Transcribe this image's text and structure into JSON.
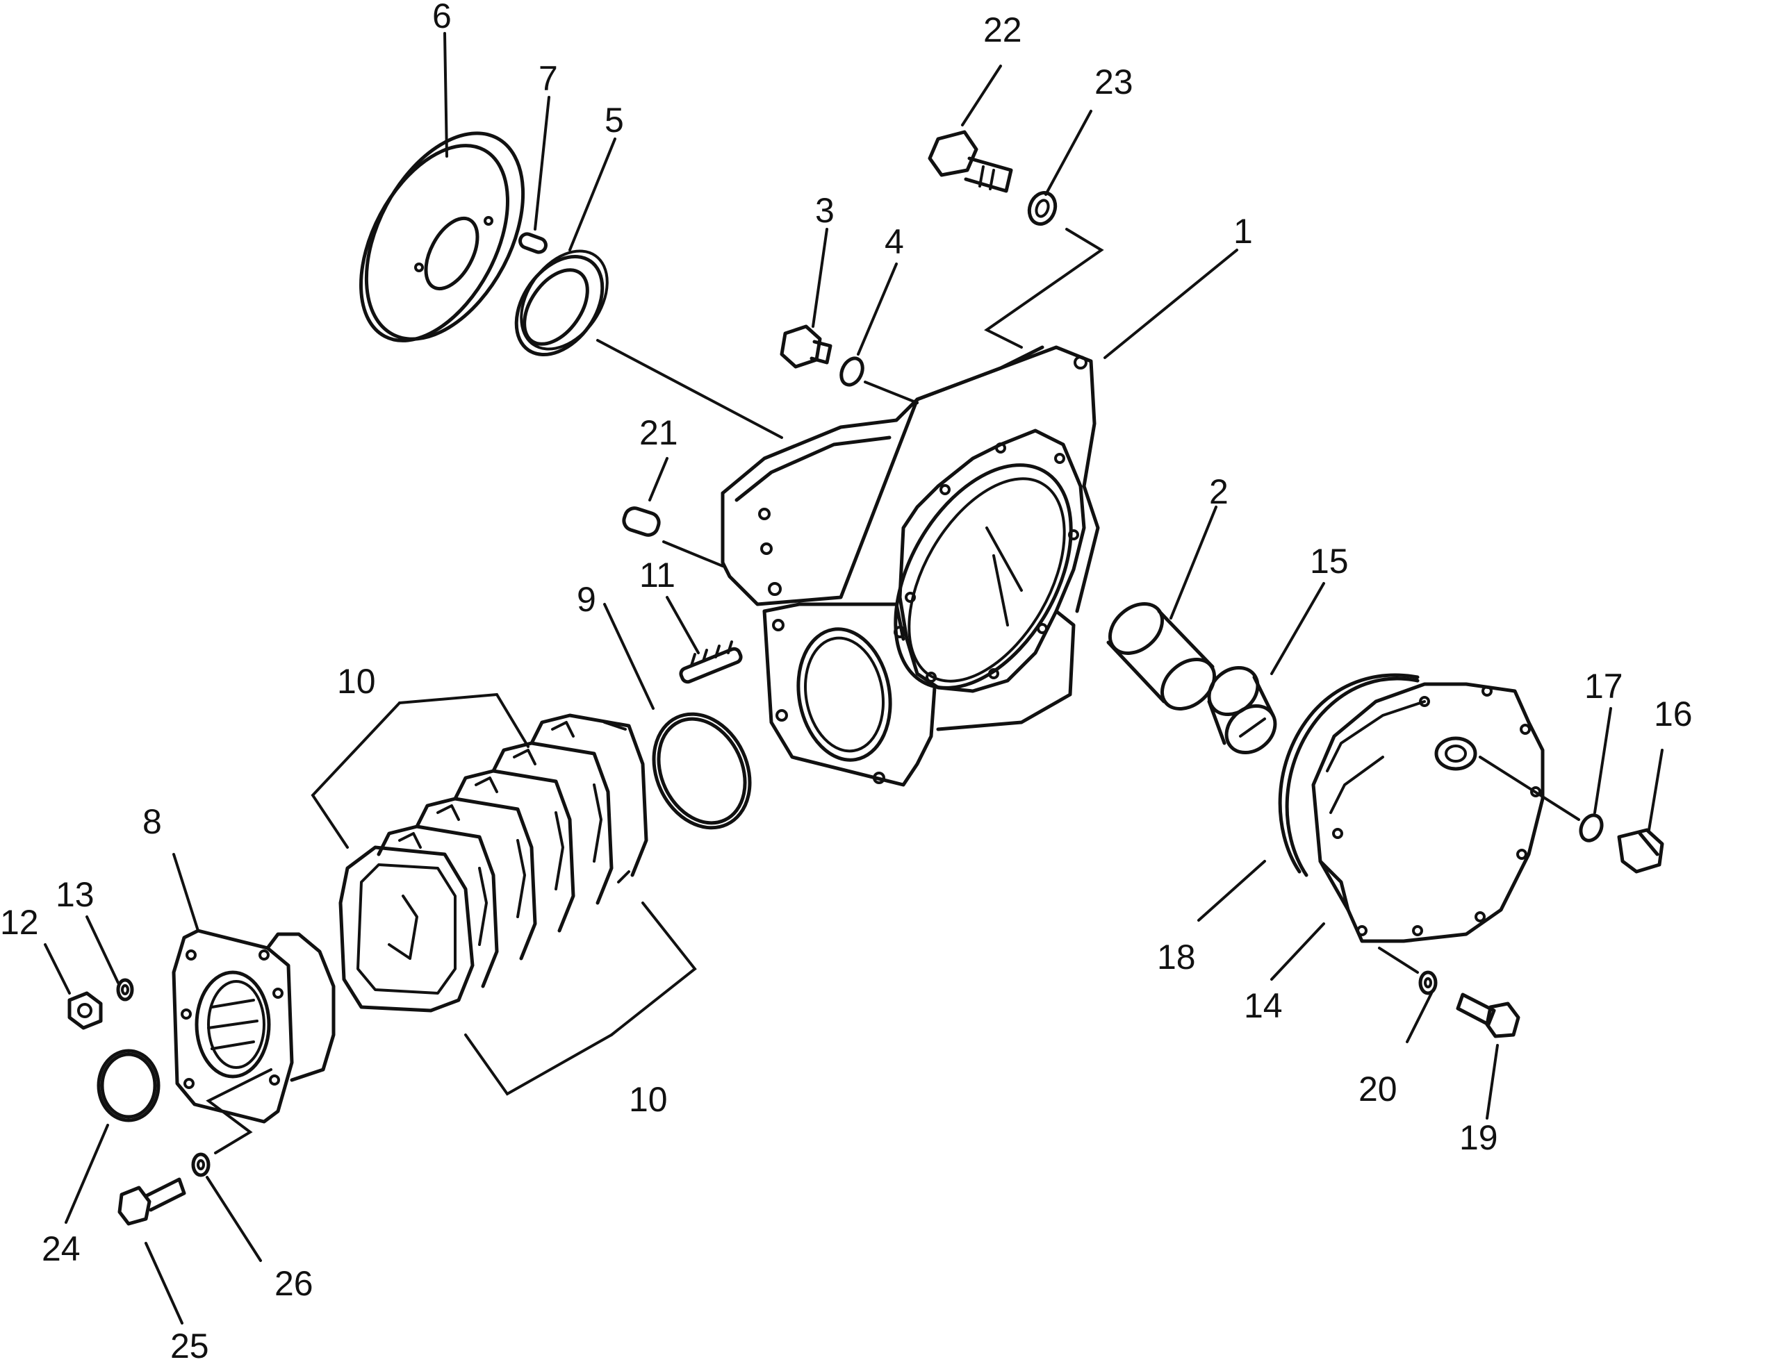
{
  "labels": {
    "n1": "1",
    "n2": "2",
    "n3": "3",
    "n4": "4",
    "n5": "5",
    "n6": "6",
    "n7": "7",
    "n8": "8",
    "n9": "9",
    "n10a": "10",
    "n10b": "10",
    "n11": "11",
    "n12": "12",
    "n13": "13",
    "n14": "14",
    "n15": "15",
    "n16": "16",
    "n17": "17",
    "n18": "18",
    "n19": "19",
    "n20": "20",
    "n21": "21",
    "n22": "22",
    "n23": "23",
    "n24": "24",
    "n25": "25",
    "n26": "26"
  }
}
